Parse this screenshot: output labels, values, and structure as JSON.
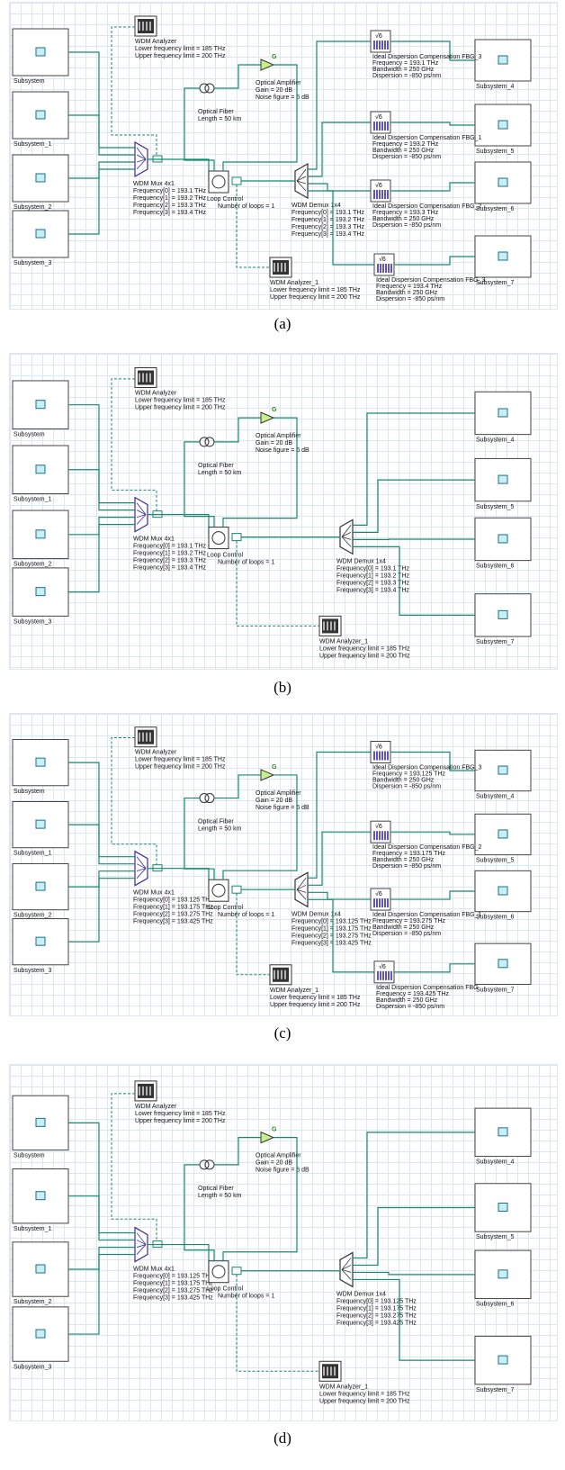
{
  "panels": [
    {
      "caption": "(a)",
      "subsystems": [
        "Subsystem",
        "Subsystem_1",
        "Subsystem_2",
        "Subsystem_3",
        "Subsystem_4",
        "Subsystem_5",
        "Subsystem_6",
        "Subsystem_7"
      ],
      "mux": {
        "name": "WDM Mux 4x1",
        "freqs": [
          "Frequency[0] = 193.1  THz",
          "Frequency[1] = 193.2  THz",
          "Frequency[2] = 193.3  THz",
          "Frequency[3] = 193.4  THz"
        ]
      },
      "demux": {
        "name": "WDM Demux 1x4",
        "freqs": [
          "Frequency[0] = 193.1  THz",
          "Frequency[1] = 193.2  THz",
          "Frequency[2] = 193.3  THz",
          "Frequency[3] = 193.4  THz"
        ]
      },
      "analyzer": {
        "name": "WDM Analyzer",
        "lower": "Lower frequency limit = 185  THz",
        "upper": "Upper frequency limit = 200  THz"
      },
      "analyzer1": {
        "name": "WDM Analyzer_1",
        "lower": "Lower frequency limit = 185  THz",
        "upper": "Upper frequency limit = 200  THz"
      },
      "amp": {
        "name": "Optical Amplifier",
        "gain": "Gain = 20  dB",
        "nf": "Noise figure = 6  dB",
        "g": "G"
      },
      "fiber": {
        "name": "Optical Fiber",
        "len": "Length = 50  km"
      },
      "loop": {
        "name": "Loop Control",
        "n": "Number of loops = 1"
      },
      "fbgs": [
        {
          "name": "Ideal Dispersion Compensation FBG_3",
          "f": "Frequency = 193.1  THz",
          "b": "Bandwidth = 250  GHz",
          "d": "Dispersion = -850  ps/nm"
        },
        {
          "name": "Ideal Dispersion Compensation FBG_1",
          "f": "Frequency = 193.2  THz",
          "b": "Bandwidth = 250  GHz",
          "d": "Dispersion = -850  ps/nm"
        },
        {
          "name": "Ideal Dispersion Compensation FBG_2",
          "f": "Frequency = 193.3  THz",
          "b": "Bandwidth = 250  GHz",
          "d": "Dispersion = -850  ps/nm"
        },
        {
          "name": "Ideal Dispersion Compensation FBG_3",
          "f": "Frequency = 193.4  THz",
          "b": "Bandwidth = 250  GHz",
          "d": "Dispersion = -850  ps/nm"
        }
      ]
    },
    {
      "caption": "(b)",
      "subsystems": [
        "Subsystem",
        "Subsystem_1",
        "Subsystem_2",
        "Subsystem_3",
        "Subsystem_4",
        "Subsystem_5",
        "Subsystem_6",
        "Subsystem_7"
      ],
      "mux": {
        "name": "WDM Mux 4x1",
        "freqs": [
          "Frequency[0] = 193.1  THz",
          "Frequency[1] = 193.2  THz",
          "Frequency[2] = 193.3  THz",
          "Frequency[3] = 193.4  THz"
        ]
      },
      "demux": {
        "name": "WDM Demux 1x4",
        "freqs": [
          "Frequency[0] = 193.1  THz",
          "Frequency[1] = 193.2  THz",
          "Frequency[2] = 193.3  THz",
          "Frequency[3] = 193.4  THz"
        ]
      },
      "analyzer": {
        "name": "WDM Analyzer",
        "lower": "Lower frequency limit = 185  THz",
        "upper": "Upper frequency limit = 200  THz"
      },
      "analyzer1": {
        "name": "WDM Analyzer_1",
        "lower": "Lower frequency limit = 185  THz",
        "upper": "Upper frequency limit = 200  THz"
      },
      "amp": {
        "name": "Optical Amplifier",
        "gain": "Gain = 20  dB",
        "nf": "Noise figure = 6  dB",
        "g": "G"
      },
      "fiber": {
        "name": "Optical Fiber",
        "len": "Length = 50  km"
      },
      "loop": {
        "name": "Loop Control",
        "n": "Number of loops = 1"
      },
      "fbgs": []
    },
    {
      "caption": "(c)",
      "subsystems": [
        "Subsystem",
        "Subsystem_1",
        "Subsystem_2",
        "Subsystem_3",
        "Subsystem_4",
        "Subsystem_5",
        "Subsystem_6",
        "Subsystem_7"
      ],
      "mux": {
        "name": "WDM Mux 4x1",
        "freqs": [
          "Frequency[0] = 193.125  THz",
          "Frequency[1] = 193.175  THz",
          "Frequency[2] = 193.275  THz",
          "Frequency[3] = 193.425  THz"
        ]
      },
      "demux": {
        "name": "WDM Demux 1x4",
        "freqs": [
          "Frequency[0] = 193.125  THz",
          "Frequency[1] = 193.175  THz",
          "Frequency[2] = 193.275  THz",
          "Frequency[3] = 193.425  THz"
        ]
      },
      "analyzer": {
        "name": "WDM Analyzer",
        "lower": "Lower frequency limit = 185  THz",
        "upper": "Upper frequency limit = 200  THz"
      },
      "analyzer1": {
        "name": "WDM Analyzer_1",
        "lower": "Lower frequency limit = 185  THz",
        "upper": "Upper frequency limit = 200  THz"
      },
      "amp": {
        "name": "Optical Amplifier",
        "gain": "Gain = 20  dB",
        "nf": "Noise figure = 6  dB",
        "g": "G"
      },
      "fiber": {
        "name": "Optical Fiber",
        "len": "Length = 50  km"
      },
      "loop": {
        "name": "Loop Control",
        "n": "Number of loops = 1"
      },
      "fbgs": [
        {
          "name": "Ideal Dispersion Compensation FBG_3",
          "f": "Frequency = 193.125  THz",
          "b": "Bandwidth = 250  GHz",
          "d": "Dispersion = -850  ps/nm"
        },
        {
          "name": "Ideal Dispersion Compensation FBG_2",
          "f": "Frequency = 193.175  THz",
          "b": "Bandwidth = 250  GHz",
          "d": "Dispersion = -850  ps/nm"
        },
        {
          "name": "Ideal Dispersion Compensation FBG_1",
          "f": "Frequency = 193.275  THz",
          "b": "Bandwidth = 250  GHz",
          "d": "Dispersion = -850  ps/nm"
        },
        {
          "name": "Ideal Dispersion Compensation FBG",
          "f": "Frequency = 193.425  THz",
          "b": "Bandwidth = 250  GHz",
          "d": "Dispersion = -850  ps/nm"
        }
      ]
    },
    {
      "caption": "(d)",
      "subsystems": [
        "Subsystem",
        "Subsystem_1",
        "Subsystem_2",
        "Subsystem_3",
        "Subsystem_4",
        "Subsystem_5",
        "Subsystem_6",
        "Subsystem_7"
      ],
      "mux": {
        "name": "WDM Mux 4x1",
        "freqs": [
          "Frequency[0] = 193.125  THz",
          "Frequency[1] = 193.175  THz",
          "Frequency[2] = 193.275  THz",
          "Frequency[3] = 193.425  THz"
        ]
      },
      "demux": {
        "name": "WDM Demux 1x4",
        "freqs": [
          "Frequency[0] = 193.125  THz",
          "Frequency[1] = 193.175  THz",
          "Frequency[2] = 193.275  THz",
          "Frequency[3] = 193.425  THz"
        ]
      },
      "analyzer": {
        "name": "WDM Analyzer",
        "lower": "Lower frequency limit = 185  THz",
        "upper": "Upper frequency limit = 200  THz"
      },
      "analyzer1": {
        "name": "WDM Analyzer_1",
        "lower": "Lower frequency limit = 185  THz",
        "upper": "Upper frequency limit = 200  THz"
      },
      "amp": {
        "name": "Optical Amplifier",
        "gain": "Gain = 20  dB",
        "nf": "Noise figure = 6  dB",
        "g": "G"
      },
      "fiber": {
        "name": "Optical Fiber",
        "len": "Length = 50  km"
      },
      "loop": {
        "name": "Loop Control",
        "n": "Number of loops = 1"
      },
      "fbgs": []
    }
  ]
}
